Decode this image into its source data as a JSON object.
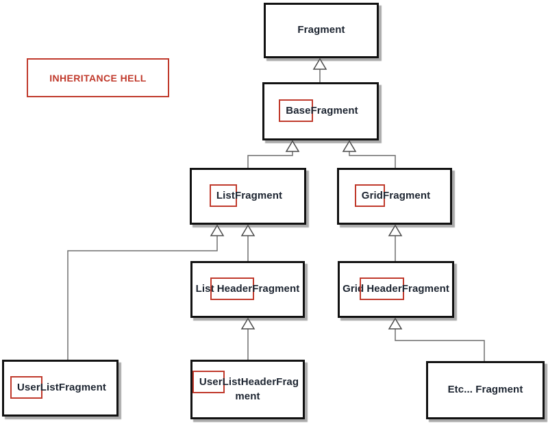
{
  "diagram": {
    "title_badge": {
      "text": "INHERITANCE HELL"
    },
    "colors": {
      "annotation_red": "#c0392b",
      "node_border": "#111111",
      "node_shadow": "#ababab",
      "connector_gray": "#6e6e6e",
      "background": "#ffffff"
    },
    "nodes": [
      {
        "id": "fragment",
        "pre": "Fragment",
        "highlight": "",
        "post": ""
      },
      {
        "id": "base-fragment",
        "pre": "",
        "highlight": "Base",
        "post": "Fragment"
      },
      {
        "id": "list-fragment",
        "pre": "",
        "highlight": "List",
        "post": "Fragment"
      },
      {
        "id": "grid-fragment",
        "pre": "",
        "highlight": "Grid",
        "post": "Fragment"
      },
      {
        "id": "list-header-fragment",
        "pre": "List",
        "highlight": "Header",
        "post": "Fragment"
      },
      {
        "id": "grid-header-fragment",
        "pre": "Grid",
        "highlight": "Header",
        "post": "Fragment"
      },
      {
        "id": "user-list-fragment",
        "pre": "",
        "highlight": "User",
        "post": "ListFragment"
      },
      {
        "id": "user-list-header-fragment",
        "pre": "",
        "highlight": "User",
        "post": "ListHeaderFragment"
      },
      {
        "id": "etc-fragment",
        "pre": "Etc... Fragment",
        "highlight": "",
        "post": ""
      }
    ],
    "edges": [
      {
        "child": "BaseFragment",
        "parent": "Fragment",
        "style": "hollow-triangle"
      },
      {
        "child": "ListFragment",
        "parent": "BaseFragment",
        "style": "hollow-triangle"
      },
      {
        "child": "GridFragment",
        "parent": "BaseFragment",
        "style": "hollow-triangle"
      },
      {
        "child": "UserListFragment",
        "parent": "ListFragment",
        "style": "hollow-triangle"
      },
      {
        "child": "ListHeaderFragment",
        "parent": "ListFragment",
        "style": "hollow-triangle"
      },
      {
        "child": "GridHeaderFragment",
        "parent": "GridFragment",
        "style": "hollow-triangle"
      },
      {
        "child": "UserListHeaderFragment",
        "parent": "ListHeaderFragment",
        "style": "hollow-triangle"
      },
      {
        "child": "Etc... Fragment",
        "parent": "GridHeaderFragment",
        "style": "hollow-triangle"
      }
    ]
  }
}
